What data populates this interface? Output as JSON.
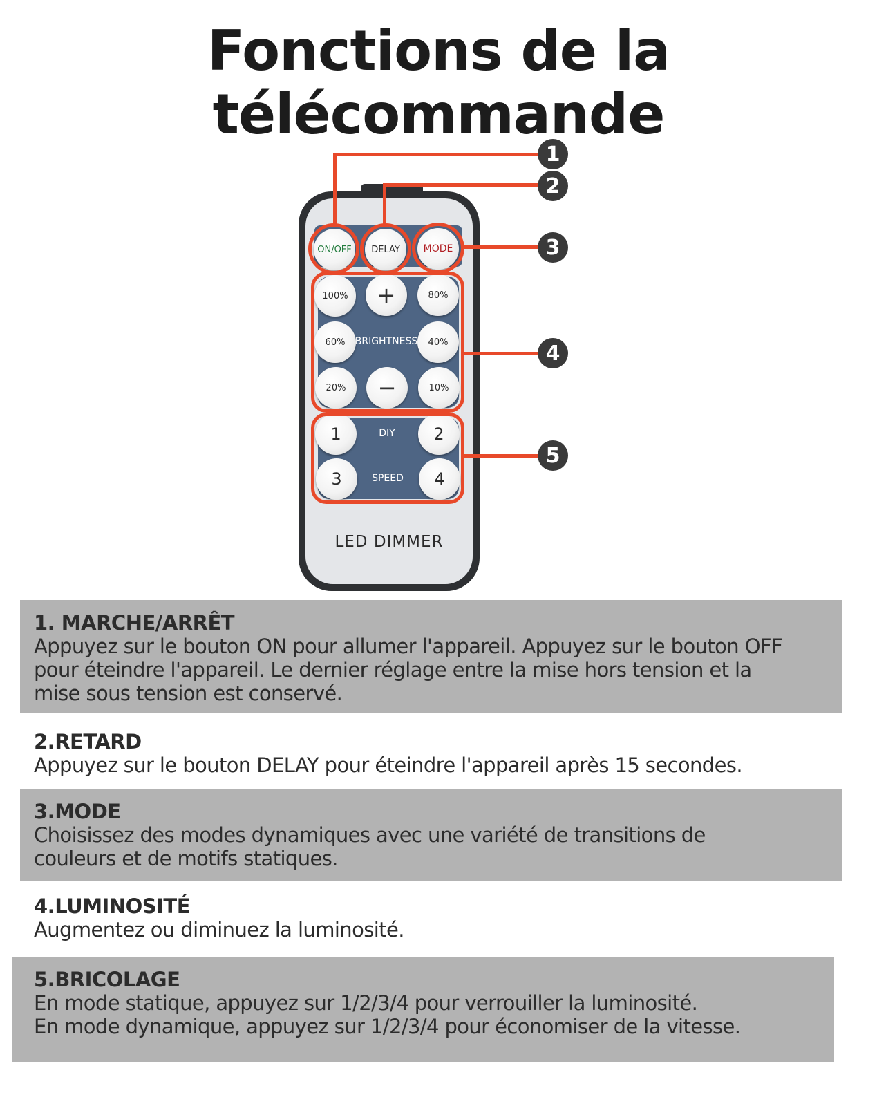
{
  "title": {
    "line1": "Fonctions de la",
    "line2": "télécommande"
  },
  "remote": {
    "buttons": {
      "on_off": "ON/OFF",
      "delay": "DELAY",
      "mode": "MODE",
      "p100": "100%",
      "plus": "+",
      "p80": "80%",
      "p60": "60%",
      "p40": "40%",
      "p20": "20%",
      "minus": "−",
      "p10": "10%",
      "diy1": "1",
      "diy2": "2",
      "diy3": "3",
      "diy4": "4"
    },
    "labels": {
      "brightness": "BRIGHTNESS",
      "diy": "DIY",
      "speed": "SPEED",
      "model": "LED DIMMER"
    }
  },
  "callouts": [
    "1",
    "2",
    "3",
    "4",
    "5"
  ],
  "colors": {
    "accent": "#e8492a",
    "panel": "#4e6584",
    "shade": "#b3b3b3"
  },
  "sections": [
    {
      "heading": "1. MARCHE/ARRÊT",
      "lines": [
        "Appuyez sur le bouton ON pour allumer l'appareil. Appuyez sur le bouton OFF",
        "pour éteindre l'appareil. Le dernier réglage entre la mise hors tension et la",
        "mise sous tension est conservé."
      ]
    },
    {
      "heading": "2.RETARD",
      "lines": [
        "Appuyez sur le bouton DELAY pour éteindre l'appareil après 15 secondes."
      ]
    },
    {
      "heading": "3.MODE",
      "lines": [
        "Choisissez des modes dynamiques avec une variété de transitions de",
        "couleurs et de motifs statiques."
      ]
    },
    {
      "heading": "4.LUMINOSITÉ",
      "lines": [
        "Augmentez ou diminuez la luminosité."
      ]
    },
    {
      "heading": "5.BRICOLAGE",
      "lines": [
        "En mode statique, appuyez sur 1/2/3/4 pour verrouiller la luminosité.",
        "En mode dynamique, appuyez sur 1/2/3/4 pour économiser de la vitesse."
      ]
    }
  ]
}
